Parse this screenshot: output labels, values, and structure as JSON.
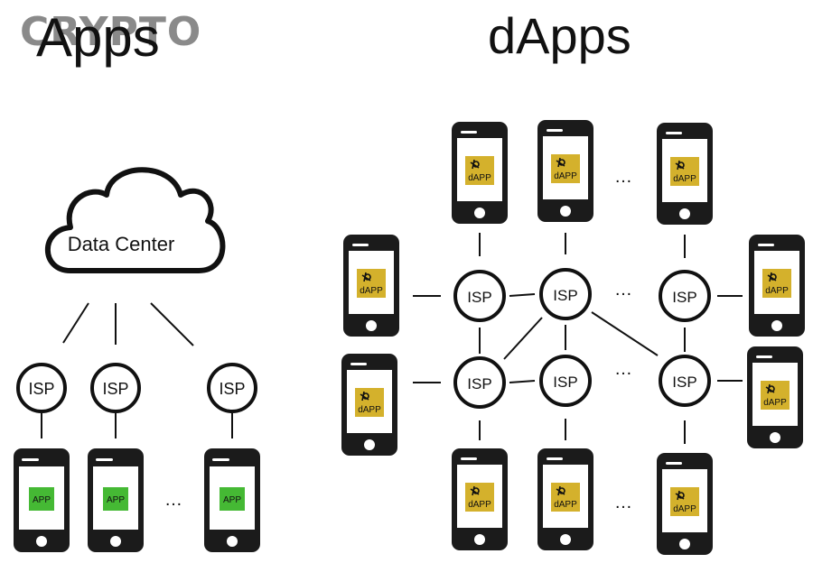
{
  "watermark": "CRYPTO",
  "left": {
    "title": "Apps",
    "cloud_label": "Data Center",
    "isp_label": "ISP",
    "app_label": "APP",
    "ellipsis": "…"
  },
  "right": {
    "title": "dApps",
    "isp_label": "ISP",
    "dapp_label": "dAPP",
    "ellipsis": "…"
  },
  "colors": {
    "app_green": "#45b934",
    "dapp_gold": "#d4b12c",
    "phone_body": "#1b1b1b",
    "line": "#111111"
  },
  "icons": [
    "cloud-icon",
    "phone-icon",
    "dapp-logo-icon"
  ]
}
